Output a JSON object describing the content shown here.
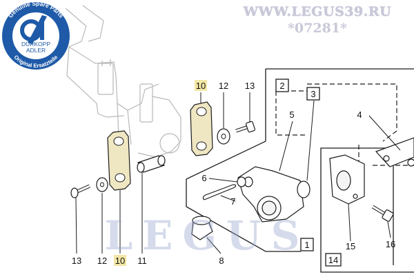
{
  "header": {
    "site": "WWW.LEGUS39.RU",
    "article_id": "*07281*"
  },
  "logo": {
    "ring_top": "Genuine Spare Parts",
    "ring_bottom": "Original Ersatzteile",
    "line1": "DÜRKOPP",
    "line2": "ADLER"
  },
  "watermark": "LEGUS",
  "colors": {
    "logo_blue": "#1e5aa8",
    "highlight": "#efe6c2",
    "line": "#1a1a1a",
    "header_text": "#c8c8d8",
    "watermark": "#96a5cd"
  },
  "callouts": {
    "top_10": "10",
    "top_12": "12",
    "top_13": "13",
    "n5": "5",
    "n4": "4",
    "n6": "6",
    "n7": "7",
    "b13": "13",
    "b12": "12",
    "b10": "10",
    "b11": "11",
    "n8": "8",
    "n15": "15",
    "n16": "16"
  },
  "boxed_labels": {
    "b2": "2",
    "b3": "3",
    "b1": "1",
    "b14": "14"
  }
}
